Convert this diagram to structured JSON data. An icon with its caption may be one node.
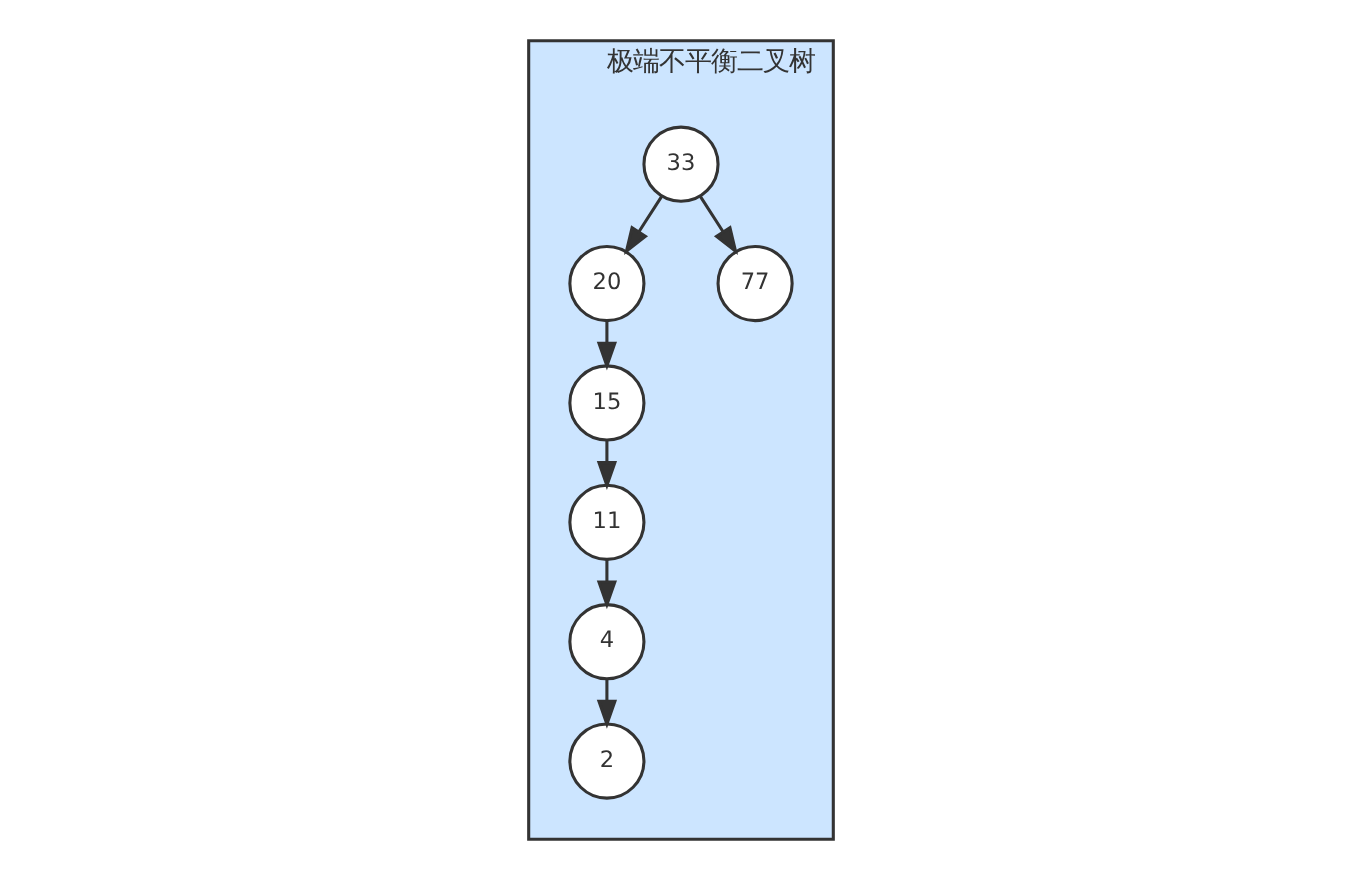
{
  "diagram": {
    "nodes": [
      {
        "text": [
          "极端不平衡二叉树"
        ]
      },
      {
        "text": [
          "33"
        ],
        "in": 0
      },
      {
        "text": [
          "20"
        ],
        "in": 0
      },
      {
        "text": [
          "77"
        ],
        "in": 0
      },
      {
        "text": [
          "15"
        ],
        "in": 0
      },
      {
        "text": [
          "11"
        ],
        "in": 0
      },
      {
        "text": [
          "4"
        ],
        "in": 0
      },
      {
        "text": [
          "2"
        ],
        "in": 0
      }
    ],
    "edges": [
      {
        "from": 1,
        "to": 2,
        "arrow": "to"
      },
      {
        "from": 1,
        "to": 3,
        "arrow": "to"
      },
      {
        "from": 2,
        "to": 4,
        "arrow": "to"
      },
      {
        "from": 4,
        "to": 5,
        "arrow": "to"
      },
      {
        "from": 5,
        "to": 6,
        "arrow": "to"
      },
      {
        "from": 6,
        "to": 7,
        "arrow": "to"
      }
    ]
  }
}
